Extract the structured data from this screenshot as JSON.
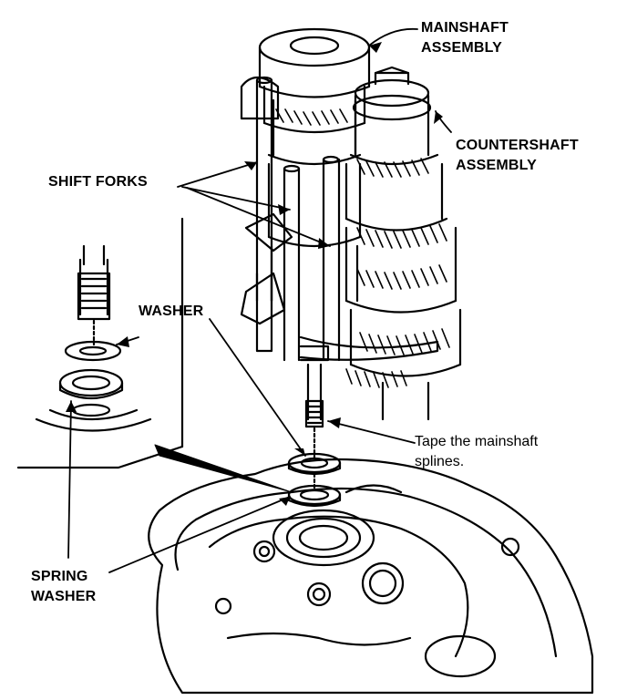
{
  "labels": {
    "mainshaft_line1": "MAINSHAFT",
    "mainshaft_line2": "ASSEMBLY",
    "countershaft_line1": "COUNTERSHAFT",
    "countershaft_line2": "ASSEMBLY",
    "shift_forks": "SHIFT FORKS",
    "washer": "WASHER",
    "tape_note_line1": "Tape the mainshaft",
    "tape_note_line2": "splines.",
    "spring_washer_line1": "SPRING",
    "spring_washer_line2": "WASHER"
  },
  "colors": {
    "ink": "#000000",
    "paper": "#ffffff"
  }
}
